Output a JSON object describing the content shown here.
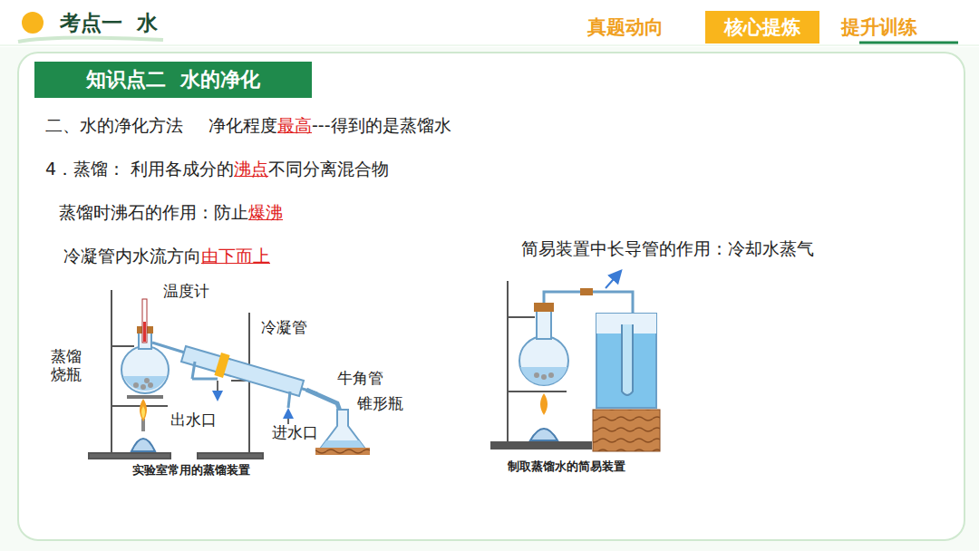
{
  "diagram": {
    "title": "考点一  水",
    "nodes": [
      {
        "text": [
          "核心提炼"
        ]
      },
      {
        "text": [
          "知识点二  水的净化"
        ]
      }
    ],
    "labels": [
      "真题动向",
      "提升训练",
      "二、水的净化方法",
      "净化程度",
      "最高",
      "---得到的是蒸馏水",
      "4．蒸馏：",
      "利用各成分的",
      "沸点",
      "不同分离混合物",
      "蒸馏时沸石的作用：防止",
      "爆沸",
      "冷凝管内水流方向",
      "由下而上",
      "简易装置中长导管的作用：冷却水蒸气",
      "温度计",
      "冷凝管",
      "牛角管",
      "蒸馏 烧瓶",
      "锥形瓶",
      "出水口",
      "进水口",
      "实验室常用的蒸馏装置",
      "制取蒸馏水的简易装置"
    ]
  }
}
